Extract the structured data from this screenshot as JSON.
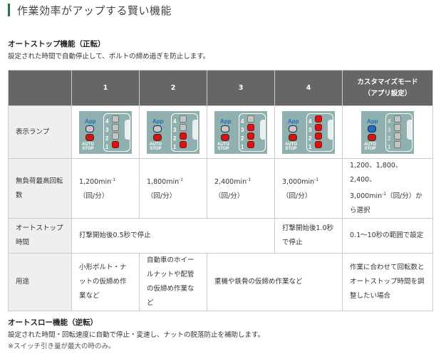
{
  "heading": {
    "title": "作業効率がアップする賢い機能",
    "accent_color": "#1e7a45"
  },
  "autostop": {
    "title": "オートストップ機能（正転）",
    "description": "設定された時間で自動停止して、ボルトの締め過ぎを防止します。"
  },
  "table": {
    "headers": [
      "",
      "1",
      "2",
      "3",
      "4",
      "カスタマイズモード\n（アプリ設定）"
    ],
    "header_custom_line1": "カスタマイズモード",
    "header_custom_line2": "（アプリ設定）",
    "rows": {
      "lamp": {
        "label": "表示ランプ",
        "panels": [
          {
            "mode": "1",
            "app_led": "gray",
            "levels_lit": [
              1
            ]
          },
          {
            "mode": "2",
            "app_led": "gray",
            "levels_lit": [
              1,
              2
            ]
          },
          {
            "mode": "3",
            "app_led": "gray",
            "levels_lit": [
              1,
              2,
              3
            ]
          },
          {
            "mode": "4",
            "app_led": "gray",
            "levels_lit": [
              1,
              2,
              3,
              4
            ]
          },
          {
            "mode": "custom",
            "app_led": "blue",
            "levels_lit": []
          }
        ],
        "app_text": "App",
        "auto_text": "AUTO",
        "stop_text": "STOP",
        "level_labels": [
          "4",
          "3",
          "2",
          "1"
        ]
      },
      "speed": {
        "label": "無負荷最高回転数",
        "values": [
          {
            "num": "1,200min",
            "sup": "-1",
            "unit": "（回/分）"
          },
          {
            "num": "1,800min",
            "sup": "-1",
            "unit": "（回/分）"
          },
          {
            "num": "2,400min",
            "sup": "-1",
            "unit": "（回/分）"
          },
          {
            "num": "3,000min",
            "sup": "-1",
            "unit": "（回/分）"
          }
        ],
        "custom_line1": "1,200、1,800、2,400、",
        "custom_num": "3,000min",
        "custom_sup": "-1",
        "custom_rest": "（回/分）から選択"
      },
      "stop_time": {
        "label": "オートストップ時間",
        "modes_1_3": "打撃開始後0.5秒で停止",
        "mode_4": "打撃開始後1.0秒で停止",
        "custom": "0.1～10秒の範囲で設定"
      },
      "use": {
        "label": "用途",
        "mode_1": "小形ボルト・ナットの仮締め作業など",
        "mode_2": "自動車のホイールナットや配管の仮締め作業など",
        "modes_3_4": "重機や鉄骨の仮締め作業など",
        "custom": "作業に合わせて回転数とオートストップ時間を調整したい場合"
      }
    },
    "colors": {
      "header_bg": "#666666",
      "label_bg": "#efefef",
      "border": "#cccccc",
      "lamp_red": "#e01010",
      "lamp_blue": "#1e6fc0",
      "panel_bg": "#8fb0ae"
    }
  },
  "autoslow": {
    "title": "オートスロー機能（逆転）",
    "description": "設定された時間・回転速度に自動で停止・変速し、ナットの脱落防止を補助します。",
    "note": "※スイッチ引き量が最大の時のみ。"
  }
}
